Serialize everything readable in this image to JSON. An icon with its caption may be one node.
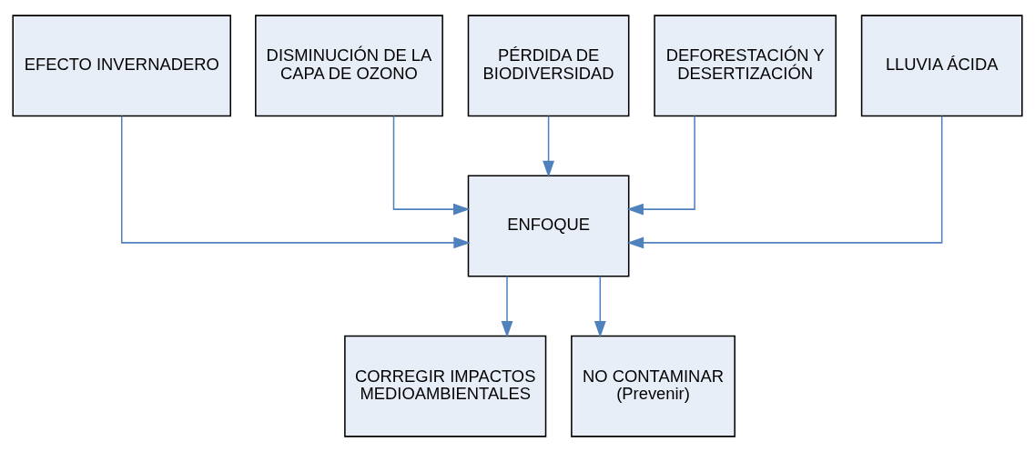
{
  "diagram": {
    "nodes": [
      {
        "text": [
          "EFECTO INVERNADERO"
        ]
      },
      {
        "text": [
          "DISMINUCIÓN DE LA CAPA DE OZONO"
        ]
      },
      {
        "text": [
          "PÉRDIDA DE BIODIVERSIDAD"
        ]
      },
      {
        "text": [
          "DEFORESTACIÓN Y DESERTIZACIÓN"
        ]
      },
      {
        "text": [
          "LLUVIA ÁCIDA"
        ]
      },
      {
        "text": [
          "ENFOQUE"
        ]
      },
      {
        "text": [
          "CORREGIR IMPACTOS MEDIOAMBIENTALES"
        ]
      },
      {
        "text": [
          "NO CONTAMINAR (Prevenir)"
        ]
      }
    ],
    "edges": [
      {
        "from": 0,
        "to": 5,
        "arrow": "to"
      },
      {
        "from": 1,
        "to": 5,
        "arrow": "to"
      },
      {
        "from": 2,
        "to": 5,
        "arrow": "to"
      },
      {
        "from": 3,
        "to": 5,
        "arrow": "to"
      },
      {
        "from": 4,
        "to": 5,
        "arrow": "to"
      },
      {
        "from": 5,
        "to": 6,
        "arrow": "to"
      },
      {
        "from": 5,
        "to": 7,
        "arrow": "to"
      }
    ]
  }
}
